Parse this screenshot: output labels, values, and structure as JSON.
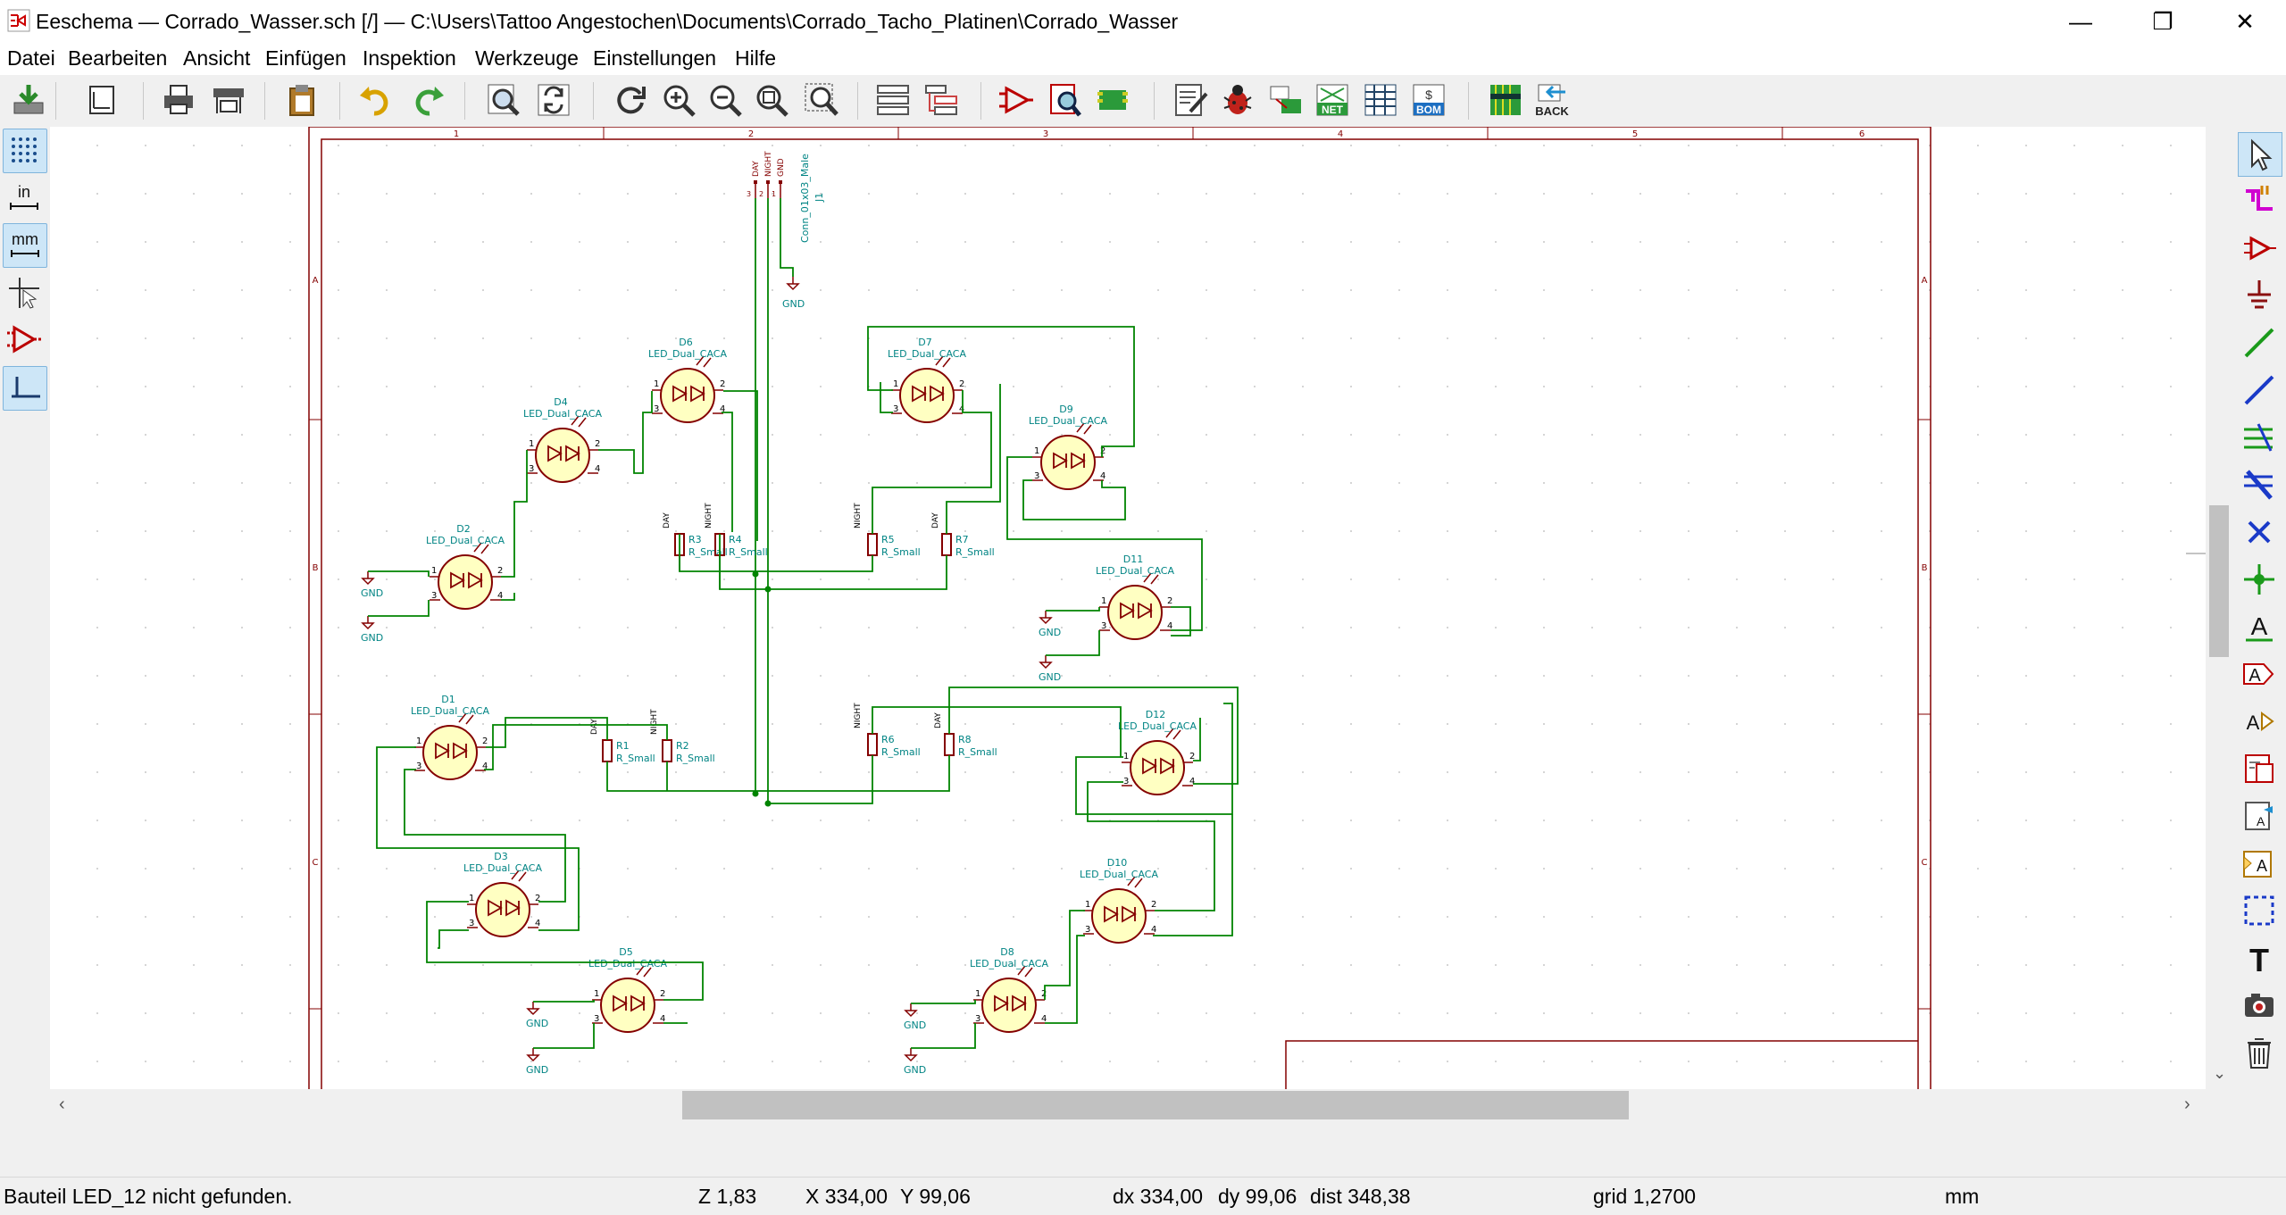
{
  "window": {
    "title": "Eeschema — Corrado_Wasser.sch [/] — C:\\Users\\Tattoo Angestochen\\Documents\\Corrado_Tacho_Platinen\\Corrado_Wasser",
    "controls": [
      "minimize-icon",
      "maximize-icon",
      "close-icon"
    ]
  },
  "menu": [
    "Datei",
    "Bearbeiten",
    "Ansicht",
    "Einfügen",
    "Inspektion",
    "Werkzeuge",
    "Einstellungen",
    "Hilfe"
  ],
  "toolbar": {
    "icons": [
      "save-icon",
      "page-settings-icon",
      "print-icon",
      "plot-icon",
      "paste-icon",
      "undo-icon",
      "redo-icon",
      "find-icon",
      "find-replace-icon",
      "redraw-icon",
      "zoom-in-icon",
      "zoom-out-icon",
      "zoom-fit-icon",
      "zoom-selection-icon",
      "hierarchy-navigator-icon",
      "leave-sheet-icon",
      "symbol-editor-icon",
      "symbol-browser-icon",
      "footprint-editor-icon",
      "annotate-icon",
      "erc-icon",
      "assign-footprints-icon",
      "netlist-icon",
      "bulk-edit-fields-icon",
      "bom-icon",
      "pcbnew-icon",
      "back-annotate-icon"
    ],
    "netlist_label": "NET",
    "bom_label": "BOM",
    "back_label": "BACK"
  },
  "left_toolbar": {
    "items": [
      {
        "icon": "grid-toggle-icon",
        "active": true
      },
      {
        "icon": "inch-units-icon",
        "label": "in",
        "active": false
      },
      {
        "icon": "mm-units-icon",
        "label": "mm",
        "active": true
      },
      {
        "icon": "full-crosshair-icon",
        "active": false
      },
      {
        "icon": "hidden-pins-icon",
        "active": false
      },
      {
        "icon": "wire-45-degree-icon",
        "active": true
      }
    ]
  },
  "right_toolbar": {
    "items": [
      "select-tool-icon",
      "highlight-net-icon",
      "add-symbol-icon",
      "add-power-icon",
      "add-wire-icon",
      "add-bus-icon",
      "add-wire-bus-entry-icon",
      "add-bus-entry-icon",
      "no-connect-icon",
      "add-junction-icon",
      "add-label-icon",
      "add-global-label-icon",
      "add-hier-label-icon",
      "add-sheet-icon",
      "import-sheet-pin-icon",
      "add-sheet-pin-icon",
      "add-graphic-line-icon",
      "add-text-icon",
      "add-image-icon",
      "delete-icon"
    ]
  },
  "schematic": {
    "columns": [
      "1",
      "2",
      "3",
      "4",
      "5",
      "6"
    ],
    "rows": [
      "A",
      "B",
      "C"
    ],
    "connector": {
      "ref": "J1",
      "value": "Conn_01x03_Male",
      "pins": [
        "DAY",
        "NIGHT",
        "GND"
      ],
      "pinnums": [
        "3",
        "2",
        "1"
      ]
    },
    "components": [
      {
        "ref": "D1",
        "value": "LED_Dual_CACA"
      },
      {
        "ref": "D2",
        "value": "LED_Dual_CACA"
      },
      {
        "ref": "D3",
        "value": "LED_Dual_CACA"
      },
      {
        "ref": "D4",
        "value": "LED_Dual_CACA"
      },
      {
        "ref": "D5",
        "value": "LED_Dual_CACA"
      },
      {
        "ref": "D6",
        "value": "LED_Dual_CACA"
      },
      {
        "ref": "D7",
        "value": "LED_Dual_CACA"
      },
      {
        "ref": "D8",
        "value": "LED_Dual_CACA"
      },
      {
        "ref": "D9",
        "value": "LED_Dual_CACA"
      },
      {
        "ref": "D10",
        "value": "LED_Dual_CACA"
      },
      {
        "ref": "D11",
        "value": "LED_Dual_CACA"
      },
      {
        "ref": "D12",
        "value": "LED_Dual_CACA"
      }
    ],
    "resistors": [
      {
        "ref": "R1",
        "value": "R_Small",
        "label": "DAY"
      },
      {
        "ref": "R2",
        "value": "R_Small",
        "label": "NIGHT"
      },
      {
        "ref": "R3",
        "value": "R_Small",
        "label": "DAY"
      },
      {
        "ref": "R4",
        "value": "R_Small",
        "label": "NIGHT"
      },
      {
        "ref": "R5",
        "value": "R_Small",
        "label": "NIGHT"
      },
      {
        "ref": "R6",
        "value": "R_Small",
        "label": "NIGHT"
      },
      {
        "ref": "R7",
        "value": "R_Small",
        "label": "DAY"
      },
      {
        "ref": "R8",
        "value": "R_Small",
        "label": "DAY"
      }
    ],
    "power_label": "GND",
    "pin_numbers": [
      "1",
      "2",
      "3",
      "4"
    ]
  },
  "status": {
    "message": "Bauteil LED_12 nicht gefunden.",
    "zoom": "Z 1,83",
    "x": "X 334,00",
    "y": "Y 99,06",
    "dx": "dx 334,00",
    "dy": "dy 99,06",
    "dist": "dist 348,38",
    "grid": "grid 1,2700",
    "units": "mm"
  },
  "colors": {
    "wire": "#008400",
    "component_outline": "#840000",
    "component_fill": "#ffffc2",
    "text": "#008484",
    "power": "#840000",
    "sheet_border": "#840000",
    "selection": "#cde6f7"
  }
}
